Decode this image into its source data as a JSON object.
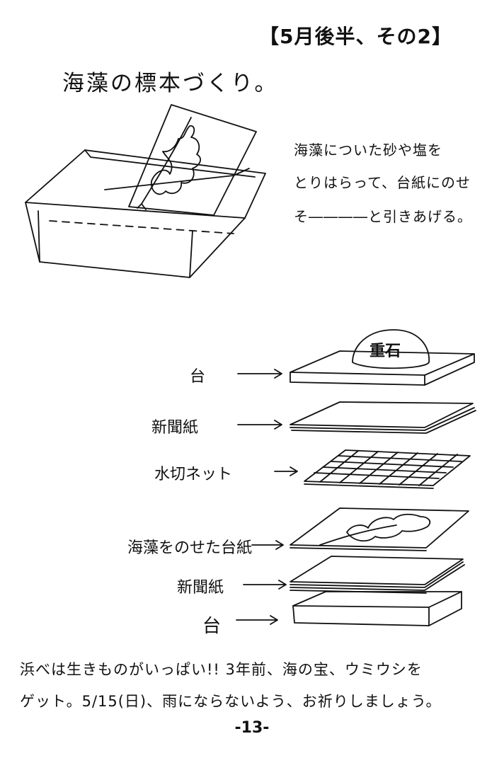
{
  "header": "【5月後半、その2】",
  "title": "海藻の標本づくり。",
  "instructions": [
    "海藻についた砂や塩を",
    "とりはらって、台紙にのせ",
    "そ――――と引きあげる。"
  ],
  "stack": {
    "weight_label": "重石",
    "layers": [
      "台",
      "新聞紙",
      "水切ネット",
      "海藻をのせた台紙",
      "新聞紙",
      "台"
    ]
  },
  "footer": [
    "浜べは生きものがいっぱい!! 3年前、海の宝、ウミウシを",
    "ゲット。5/15(日)、雨にならないよう、お祈りしましょう。"
  ],
  "page_number": "-13-"
}
